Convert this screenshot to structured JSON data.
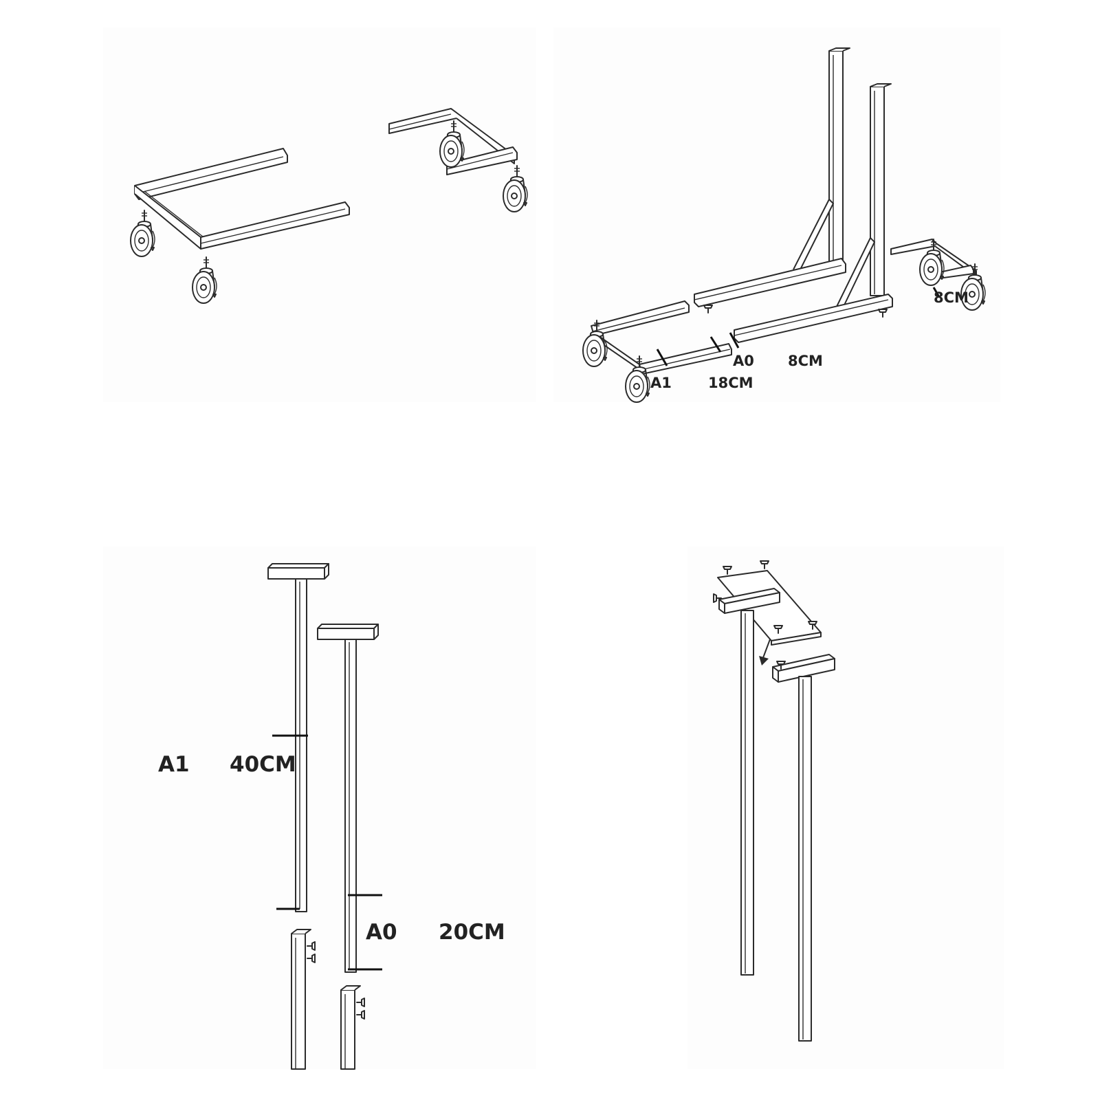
{
  "panels": [
    {
      "id": "step-1",
      "labels": []
    },
    {
      "id": "step-2",
      "labels": [
        "A1",
        "18CM",
        "A0",
        "8CM",
        "8CM"
      ]
    },
    {
      "id": "step-3",
      "labels": [
        "A1",
        "40CM",
        "A0",
        "20CM"
      ]
    },
    {
      "id": "step-4",
      "labels": []
    }
  ],
  "step2": {
    "label_a1": "A1",
    "label_18cm": "18CM",
    "label_a0": "A0",
    "label_8cm_front": "8CM",
    "label_8cm_side": "8CM"
  },
  "step3": {
    "label_a1": "A1",
    "label_40cm": "40CM",
    "label_a0": "A0",
    "label_20cm": "20CM"
  },
  "icons": [
    "caster-wheel-icon",
    "screw-icon",
    "arrow-icon"
  ],
  "colors": {
    "line": "#2b2b2b",
    "background": "#ffffff"
  }
}
